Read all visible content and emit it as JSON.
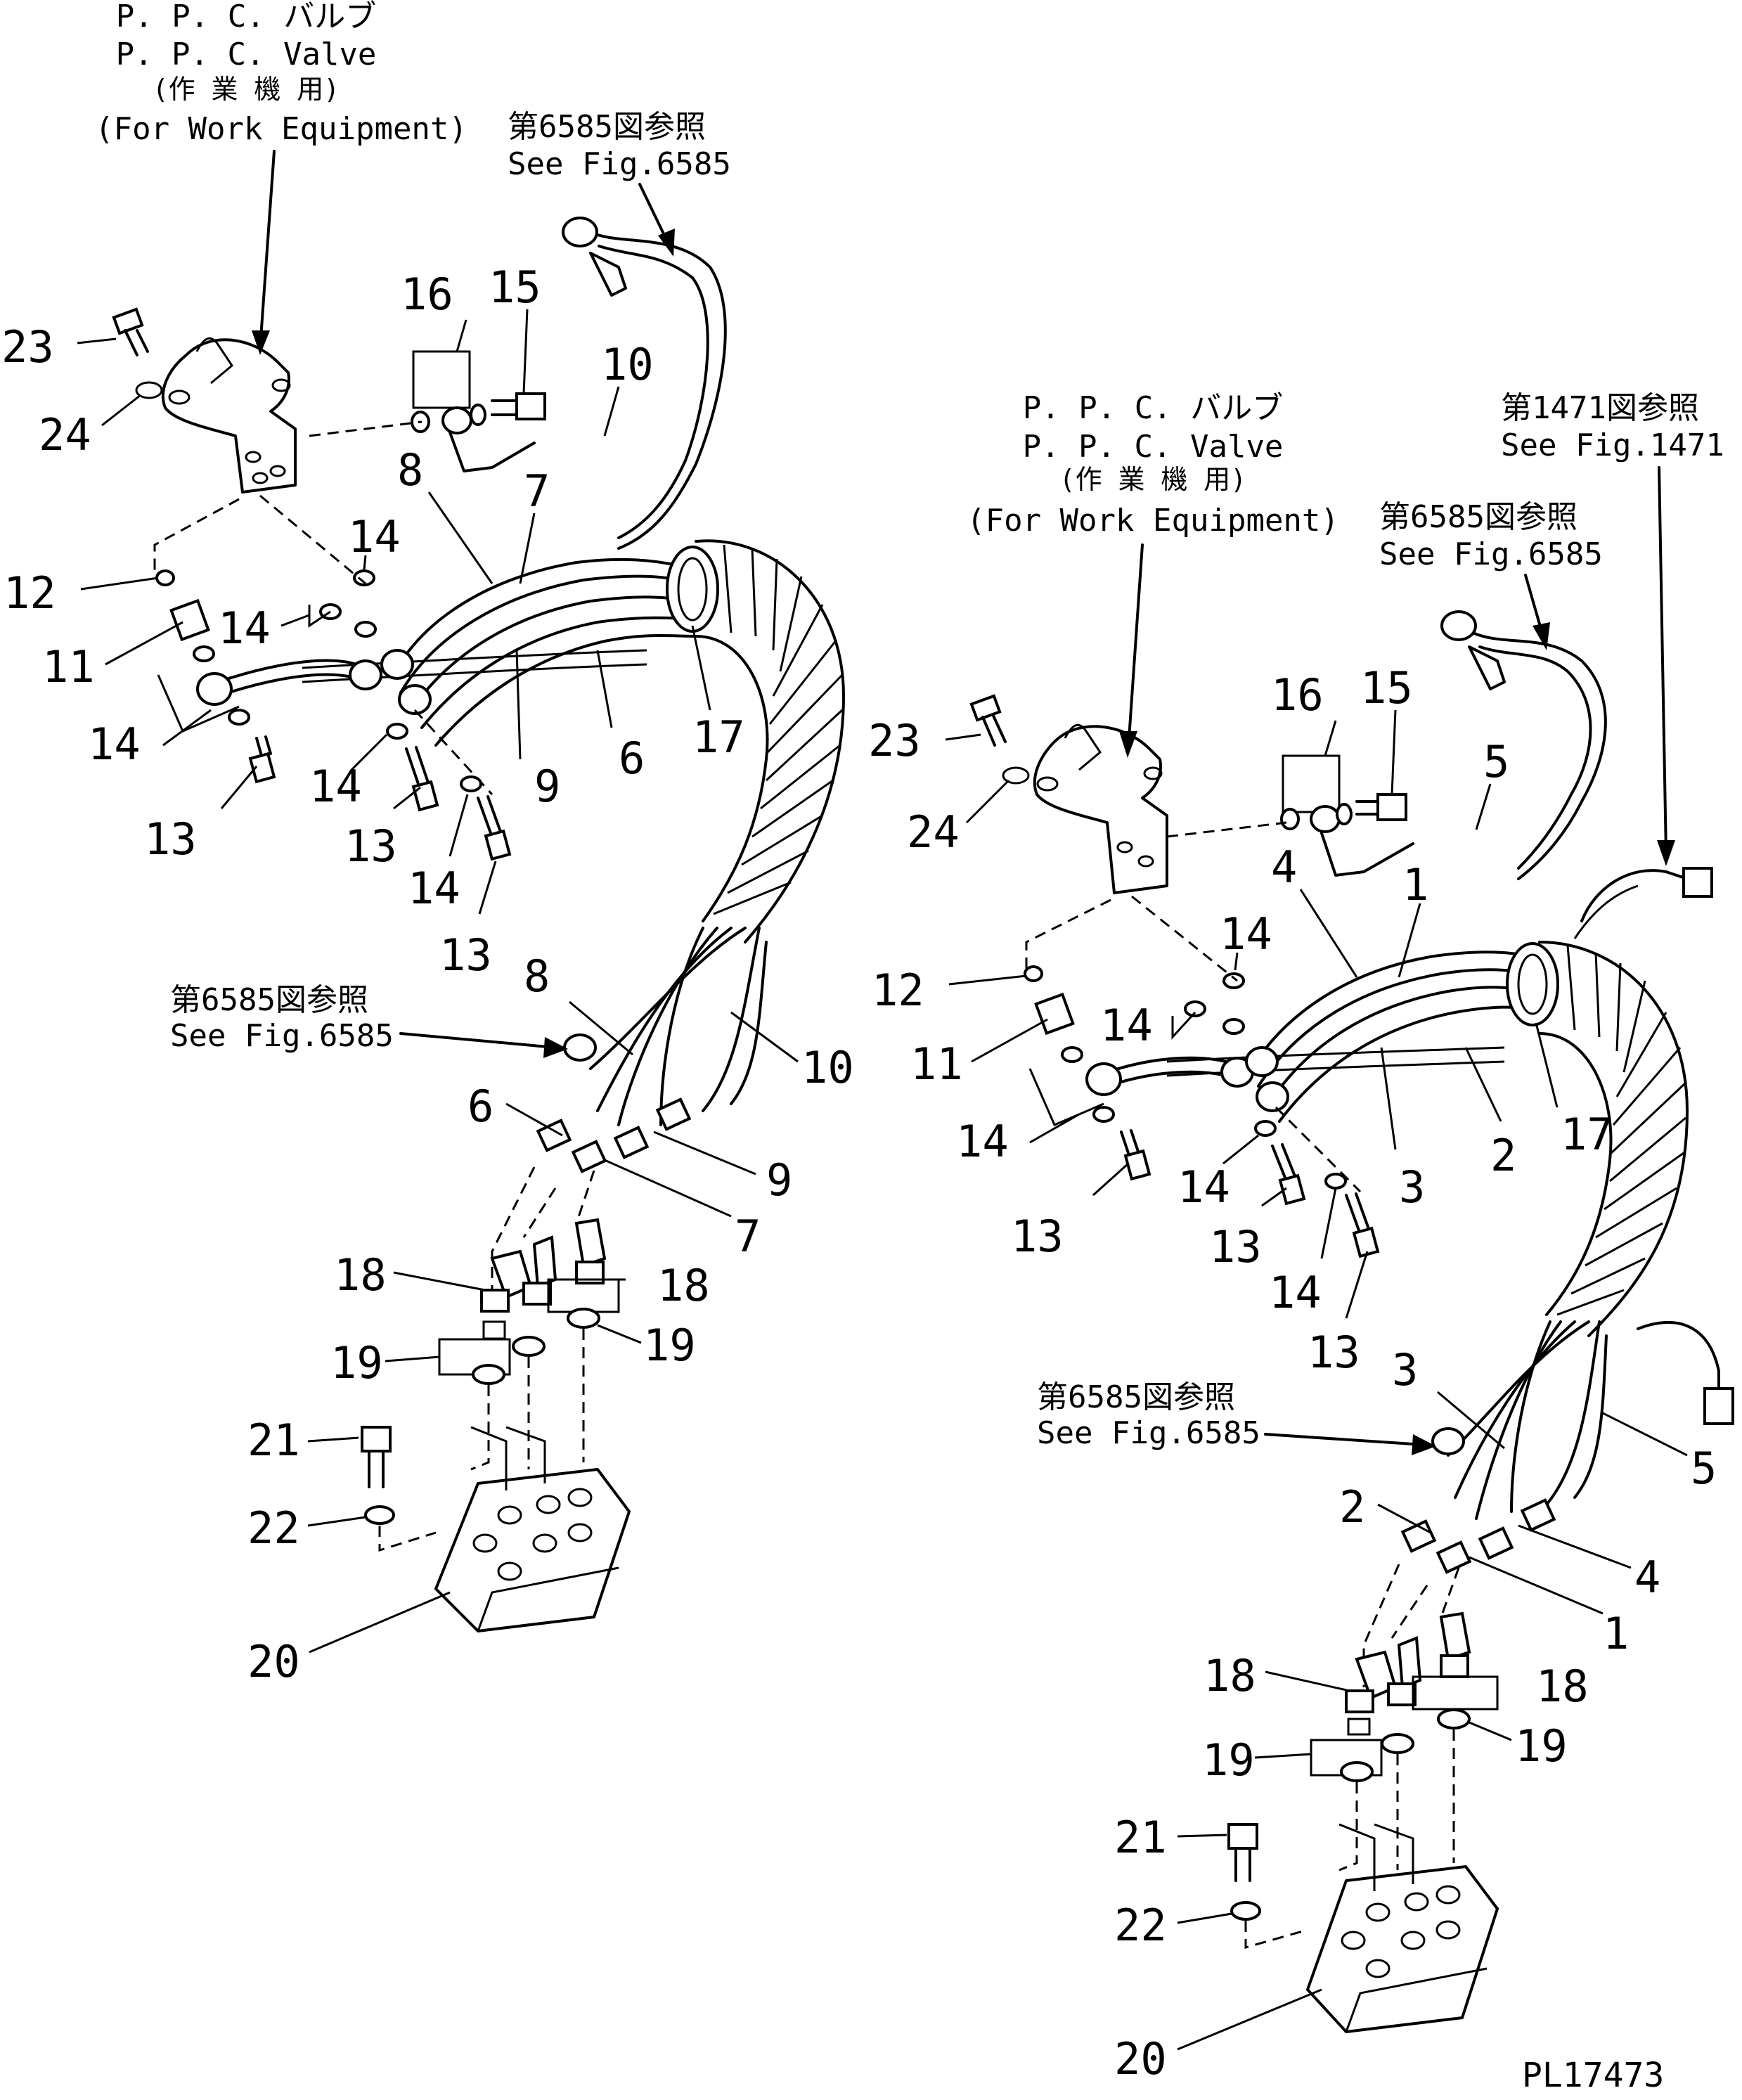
{
  "drawing_id": "PL17473",
  "left_assembly": {
    "ppc_caption": [
      "P. P. C. バルブ",
      "P. P. C. Valve",
      "(作 業 機 用)",
      "(For Work Equipment)"
    ],
    "ref_top": [
      "第6585図参照",
      "See Fig.6585"
    ],
    "ref_mid": [
      "第6585図参照",
      "See Fig.6585"
    ],
    "callouts": {
      "c23": "23",
      "c24": "24",
      "c16": "16",
      "c15": "15",
      "c10a": "10",
      "c8a": "8",
      "c7a": "7",
      "c14a": "14",
      "c12": "12",
      "c14b": "14",
      "c11": "11",
      "c14c": "14",
      "c13a": "13",
      "c14d": "14",
      "c13b": "13",
      "c9a": "9",
      "c6a": "6",
      "c17": "17",
      "c14e": "14",
      "c13c": "13",
      "c8b": "8",
      "c10b": "10",
      "c6b": "6",
      "c9b": "9",
      "c7b": "7",
      "c18a": "18",
      "c18b": "18",
      "c19a": "19",
      "c19b": "19",
      "c21": "21",
      "c22": "22",
      "c20": "20"
    }
  },
  "right_assembly": {
    "ppc_caption": [
      "P. P. C. バルブ",
      "P. P. C. Valve",
      "(作 業 機 用)",
      "(For Work Equipment)"
    ],
    "ref_1471": [
      "第1471図参照",
      "See Fig.1471"
    ],
    "ref_top": [
      "第6585図参照",
      "See Fig.6585"
    ],
    "ref_mid": [
      "第6585図参照",
      "See Fig.6585"
    ],
    "callouts": {
      "c23": "23",
      "c24": "24",
      "c16": "16",
      "c15": "15",
      "c5a": "5",
      "c4a": "4",
      "c1a": "1",
      "c14a": "14",
      "c12": "12",
      "c14b": "14",
      "c11": "11",
      "c14c": "14",
      "c13a": "13",
      "c14d": "14",
      "c13b": "13",
      "c3a": "3",
      "c2a": "2",
      "c17": "17",
      "c14e": "14",
      "c13c": "13",
      "c3b": "3",
      "c5b": "5",
      "c2b": "2",
      "c4b": "4",
      "c1b": "1",
      "c18a": "18",
      "c18b": "18",
      "c19a": "19",
      "c19b": "19",
      "c21": "21",
      "c22": "22",
      "c20": "20"
    }
  }
}
